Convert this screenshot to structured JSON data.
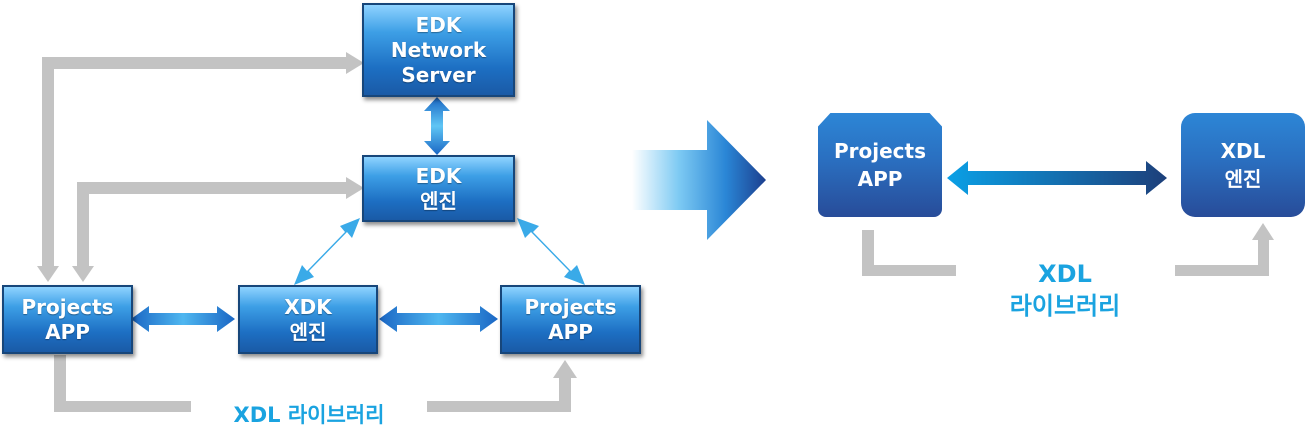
{
  "left_diagram": {
    "edk_network_server": [
      "EDK",
      "Network",
      "Server"
    ],
    "edk_engine": [
      "EDK",
      "엔진"
    ],
    "projects_app_left": [
      "Projects",
      "APP"
    ],
    "xdk_engine": [
      "XDK",
      "엔진"
    ],
    "projects_app_right": [
      "Projects",
      "APP"
    ],
    "library_label": "XDL 라이브러리"
  },
  "right_diagram": {
    "projects_app": [
      "Projects",
      "APP"
    ],
    "xdl_engine": [
      "XDL",
      "엔진"
    ],
    "library_label": [
      "XDL",
      "라이브러리"
    ]
  },
  "colors": {
    "connector_gray": "#c3c3c3",
    "label_blue": "#1aa3e0",
    "box_dark_blue": "#284c99"
  }
}
